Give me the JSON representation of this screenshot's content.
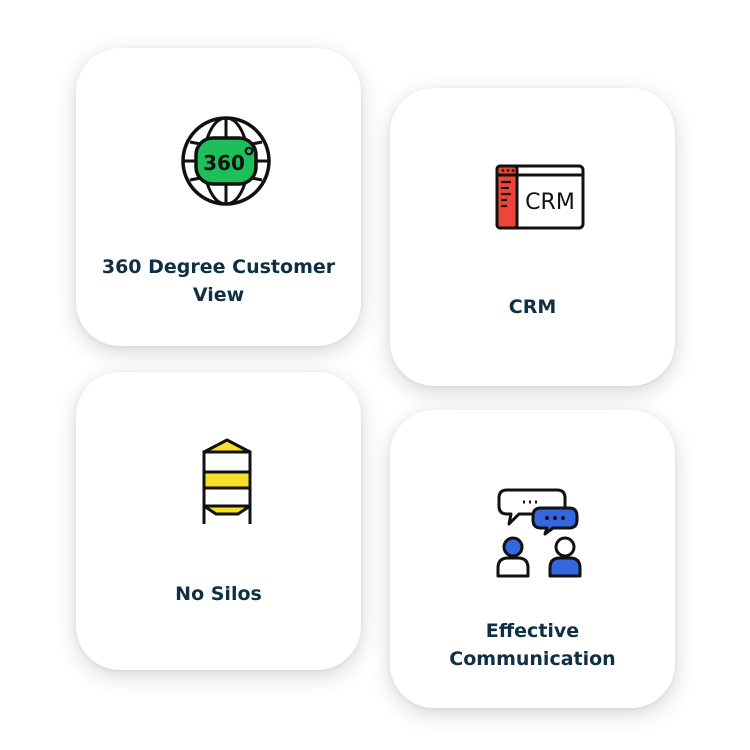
{
  "cards": [
    {
      "title": "360 Degree Customer View",
      "icon": "globe-360-icon"
    },
    {
      "title": "CRM",
      "icon": "crm-window-icon",
      "icon_text": "CRM"
    },
    {
      "title": "No Silos",
      "icon": "silo-icon"
    },
    {
      "title": "Effective Communication",
      "icon": "people-chat-icon"
    }
  ],
  "colors": {
    "title": "#0e2f44",
    "green": "#1dbf5a",
    "red": "#f0433a",
    "yellow": "#f7e02b",
    "blue": "#3466e0",
    "outline": "#111111"
  }
}
